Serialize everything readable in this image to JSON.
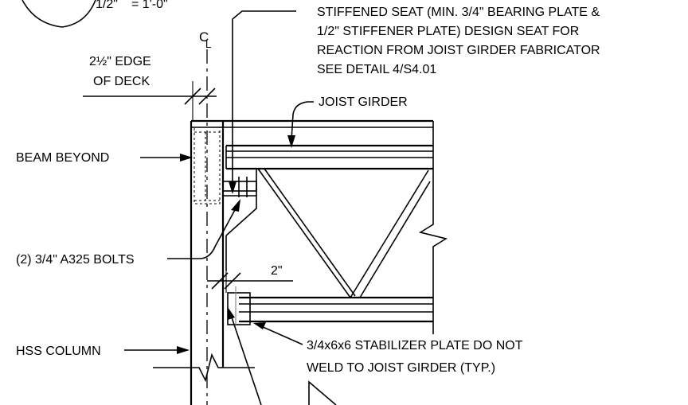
{
  "scale": {
    "text_part1": "1/2\"",
    "text_part2": "= 1'-0\""
  },
  "centerline": {
    "symbol_c": "C",
    "symbol_l": "L"
  },
  "labels": {
    "edge_of_deck_line1": "2½\" EDGE",
    "edge_of_deck_line2": "OF DECK",
    "stiffened_seat_line1": "STIFFENED SEAT (MIN. 3/4\" BEARING PLATE &",
    "stiffened_seat_line2": "1/2\" STIFFENER PLATE) DESIGN SEAT FOR",
    "stiffened_seat_line3": "REACTION FROM JOIST GIRDER FABRICATOR",
    "stiffened_seat_line4": "SEE DETAIL 4/S4.01",
    "joist_girder": "JOIST GIRDER",
    "beam_beyond": "BEAM BEYOND",
    "bolts": "(2) 3/4\" A325 BOLTS",
    "dimension_2in": "2\"",
    "hss_column": "HSS COLUMN",
    "stabilizer_line1": "3/4x6x6 STABILIZER PLATE  DO NOT",
    "stabilizer_line2": "WELD TO JOIST GIRDER (TYP.)"
  }
}
